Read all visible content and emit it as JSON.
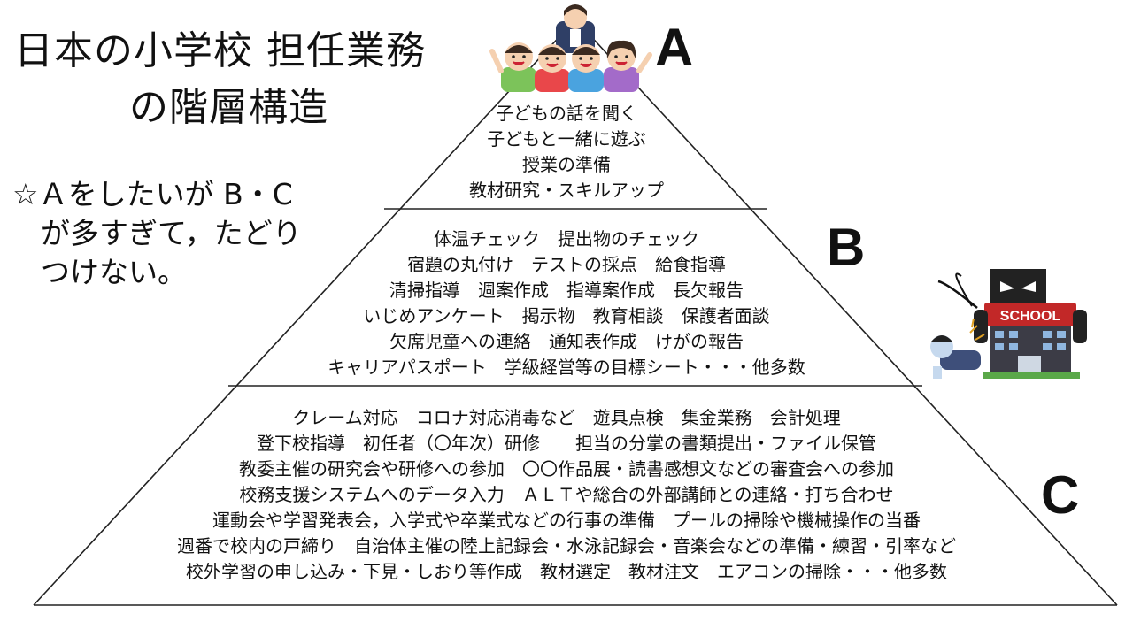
{
  "title": {
    "line1": "日本の小学校 担任業務",
    "line2": "の階層構造"
  },
  "note": {
    "line1": "☆Ａをしたいが B・C",
    "line2": "が多すぎて，たどり",
    "line3": "つけない。"
  },
  "tiers": {
    "a": {
      "label": "A",
      "items": [
        "子どもの話を聞く",
        "子どもと一緒に遊ぶ",
        "授業の準備",
        "教材研究・スキルアップ"
      ]
    },
    "b": {
      "label": "B",
      "items": [
        "体温チェック　提出物のチェック",
        "宿題の丸付け　テストの採点　給食指導",
        "清掃指導　週案作成　指導案作成　長欠報告",
        "いじめアンケート　掲示物　教育相談　保護者面談",
        "欠席児童への連絡　通知表作成　けがの報告",
        "キャリアパスポート　学級経営等の目標シート・・・他多数"
      ]
    },
    "c": {
      "label": "C",
      "items": [
        "クレーム対応　コロナ対応消毒など　遊具点検　集金業務　会計処理",
        "登下校指導　初任者（〇年次）研修　　担当の分掌の書類提出・ファイル保管",
        "教委主催の研究会や研修への参加　〇〇作品展・読書感想文などの審査会への参加",
        "校務支援システムへのデータ入力　ＡＬＴや総合の外部講師との連絡・打ち合わせ",
        "運動会や学習発表会，入学式や卒業式などの行事の準備　プールの掃除や機械操作の当番",
        "週番で校内の戸締り　自治体主催の陸上記録会・水泳記録会・音楽会などの準備・練習・引率など",
        "校外学習の申し込み・下見・しおり等作成　教材選定　教材注文　エアコンの掃除・・・他多数"
      ]
    }
  },
  "school_sign": "SCHOOL"
}
